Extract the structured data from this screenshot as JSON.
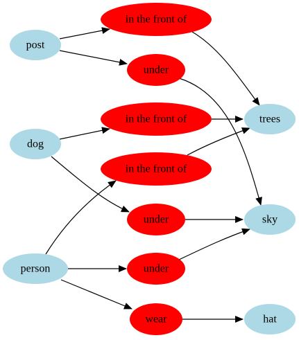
{
  "colors": {
    "object_fill": "#add8e6",
    "relation_fill": "#ff0000",
    "edge": "#000000",
    "background": "#ffffff"
  },
  "nodes": [
    {
      "id": "post",
      "label": "post",
      "kind": "object"
    },
    {
      "id": "dog",
      "label": "dog",
      "kind": "object"
    },
    {
      "id": "person",
      "label": "person",
      "kind": "object"
    },
    {
      "id": "rel1",
      "label": "in the front of",
      "kind": "relation"
    },
    {
      "id": "rel2",
      "label": "under",
      "kind": "relation"
    },
    {
      "id": "rel3",
      "label": "in the front of",
      "kind": "relation"
    },
    {
      "id": "rel4",
      "label": "in the front of",
      "kind": "relation"
    },
    {
      "id": "rel5",
      "label": "under",
      "kind": "relation"
    },
    {
      "id": "rel6",
      "label": "under",
      "kind": "relation"
    },
    {
      "id": "rel7",
      "label": "wear",
      "kind": "relation"
    },
    {
      "id": "trees",
      "label": "trees",
      "kind": "object"
    },
    {
      "id": "sky",
      "label": "sky",
      "kind": "object"
    },
    {
      "id": "hat",
      "label": "hat",
      "kind": "object"
    }
  ],
  "edges": [
    {
      "from": "post",
      "to": "rel1"
    },
    {
      "from": "post",
      "to": "rel2"
    },
    {
      "from": "rel1",
      "to": "trees"
    },
    {
      "from": "rel2",
      "to": "sky"
    },
    {
      "from": "dog",
      "to": "rel3"
    },
    {
      "from": "dog",
      "to": "rel5"
    },
    {
      "from": "rel3",
      "to": "trees"
    },
    {
      "from": "rel4",
      "to": "trees"
    },
    {
      "from": "person",
      "to": "rel4"
    },
    {
      "from": "person",
      "to": "rel6"
    },
    {
      "from": "person",
      "to": "rel7"
    },
    {
      "from": "rel5",
      "to": "sky"
    },
    {
      "from": "rel6",
      "to": "sky"
    },
    {
      "from": "rel7",
      "to": "hat"
    }
  ]
}
